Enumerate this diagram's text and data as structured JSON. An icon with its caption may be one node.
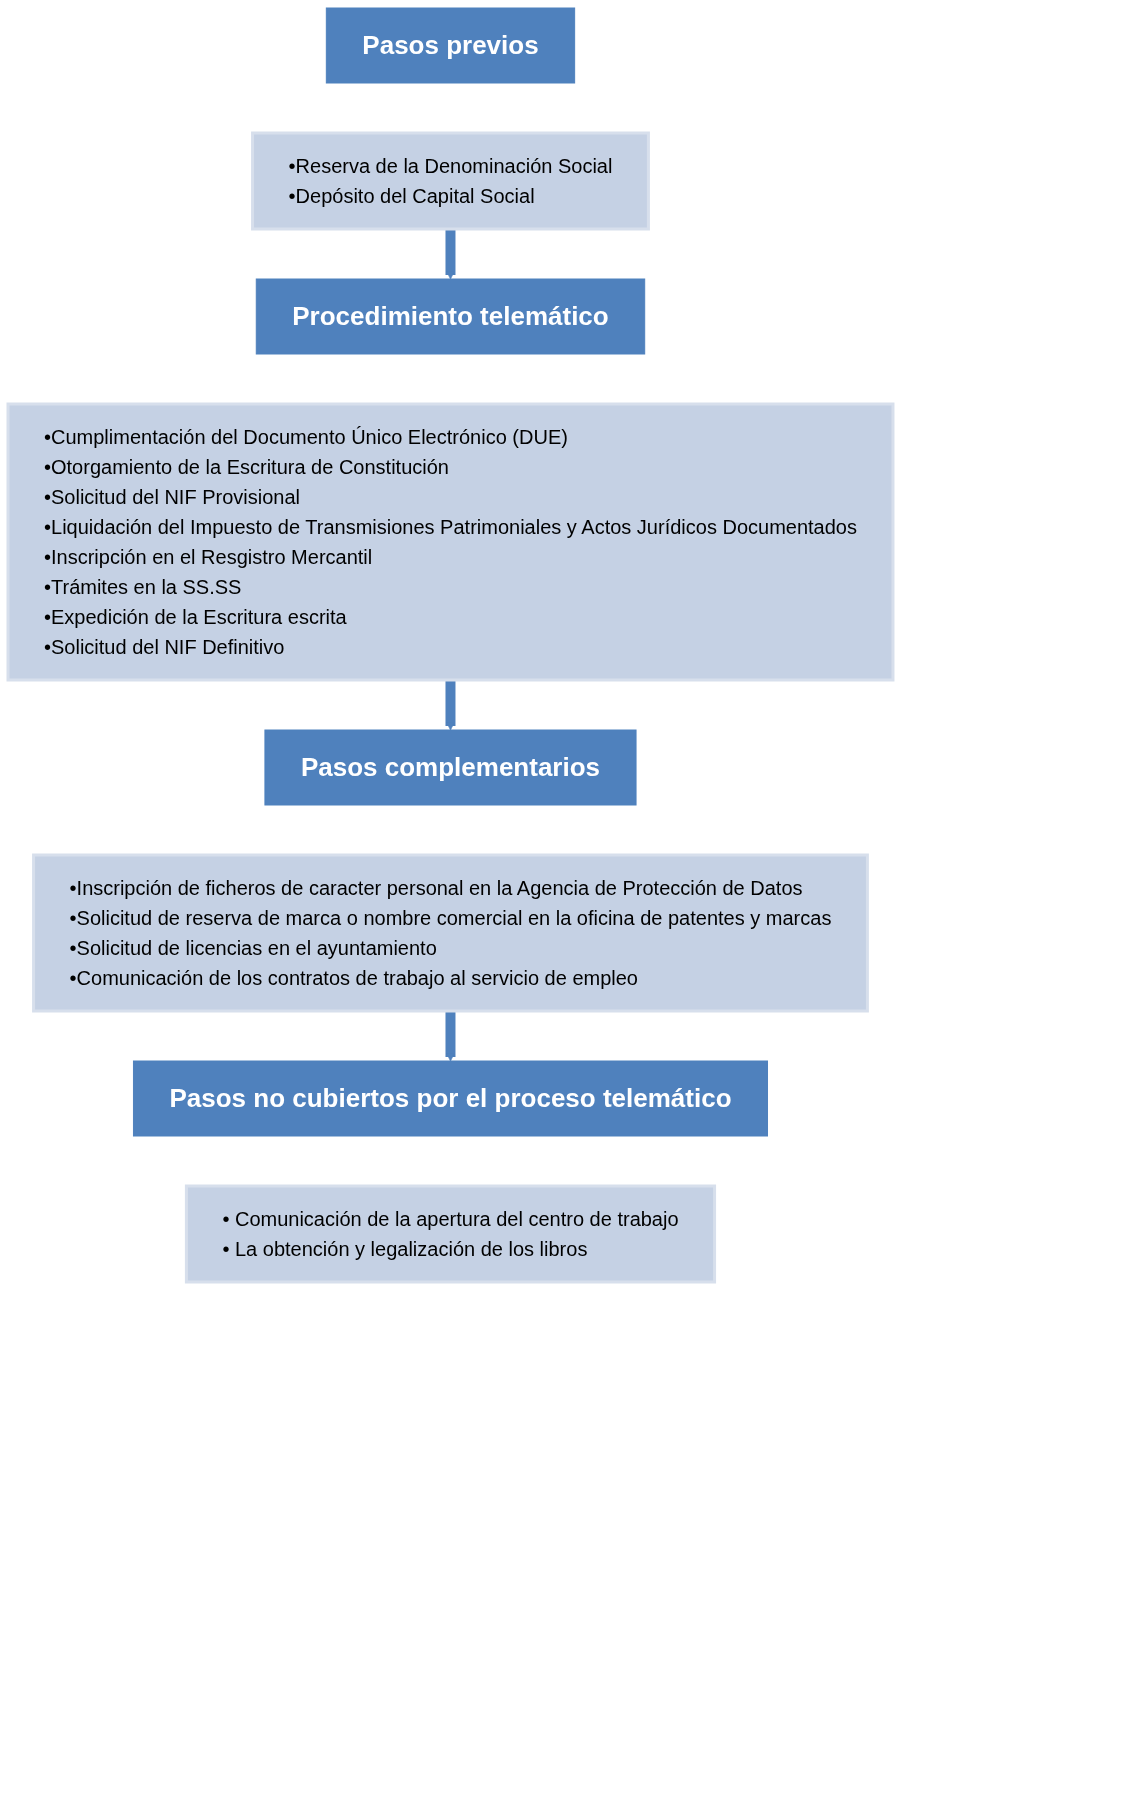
{
  "diagram": {
    "nodes": [
      {
        "text": [
          "Pasos previos"
        ]
      },
      {
        "text": [
          "•Reserva de la Denominación Social",
          "•Depósito del Capital Social"
        ]
      },
      {
        "text": [
          "Procedimiento telemático"
        ]
      },
      {
        "text": [
          "•Cumplimentación del Documento Único Electrónico (DUE)",
          "•Otorgamiento de la Escritura de Constitución",
          "•Solicitud del NIF Provisional",
          "•Liquidación del Impuesto de Transmisiones Patrimoniales y Actos Jurídicos Documentados",
          "•Inscripción en el Resgistro Mercantil",
          "•Trámites en la SS.SS",
          "•Expedición de la Escritura escrita",
          "•Solicitud del NIF Definitivo"
        ]
      },
      {
        "text": [
          "Pasos complementarios"
        ]
      },
      {
        "text": [
          "•Inscripción de ficheros de caracter personal en la Agencia de Protección de Datos",
          "•Solicitud de reserva de marca o nombre comercial en la oficina de patentes y marcas",
          "•Solicitud de licencias en el ayuntamiento",
          "•Comunicación de los contratos de trabajo al servicio de empleo"
        ]
      },
      {
        "text": [
          "Pasos no cubiertos por el proceso telemático"
        ]
      },
      {
        "text": [
          "• Comunicación de la apertura del centro de trabajo",
          "• La obtención y legalización de los libros"
        ]
      }
    ],
    "edges": [
      {
        "from": 1,
        "to": 2,
        "arrow": "to"
      },
      {
        "from": 3,
        "to": 4,
        "arrow": "to"
      },
      {
        "from": 5,
        "to": 6,
        "arrow": "to"
      }
    ]
  }
}
